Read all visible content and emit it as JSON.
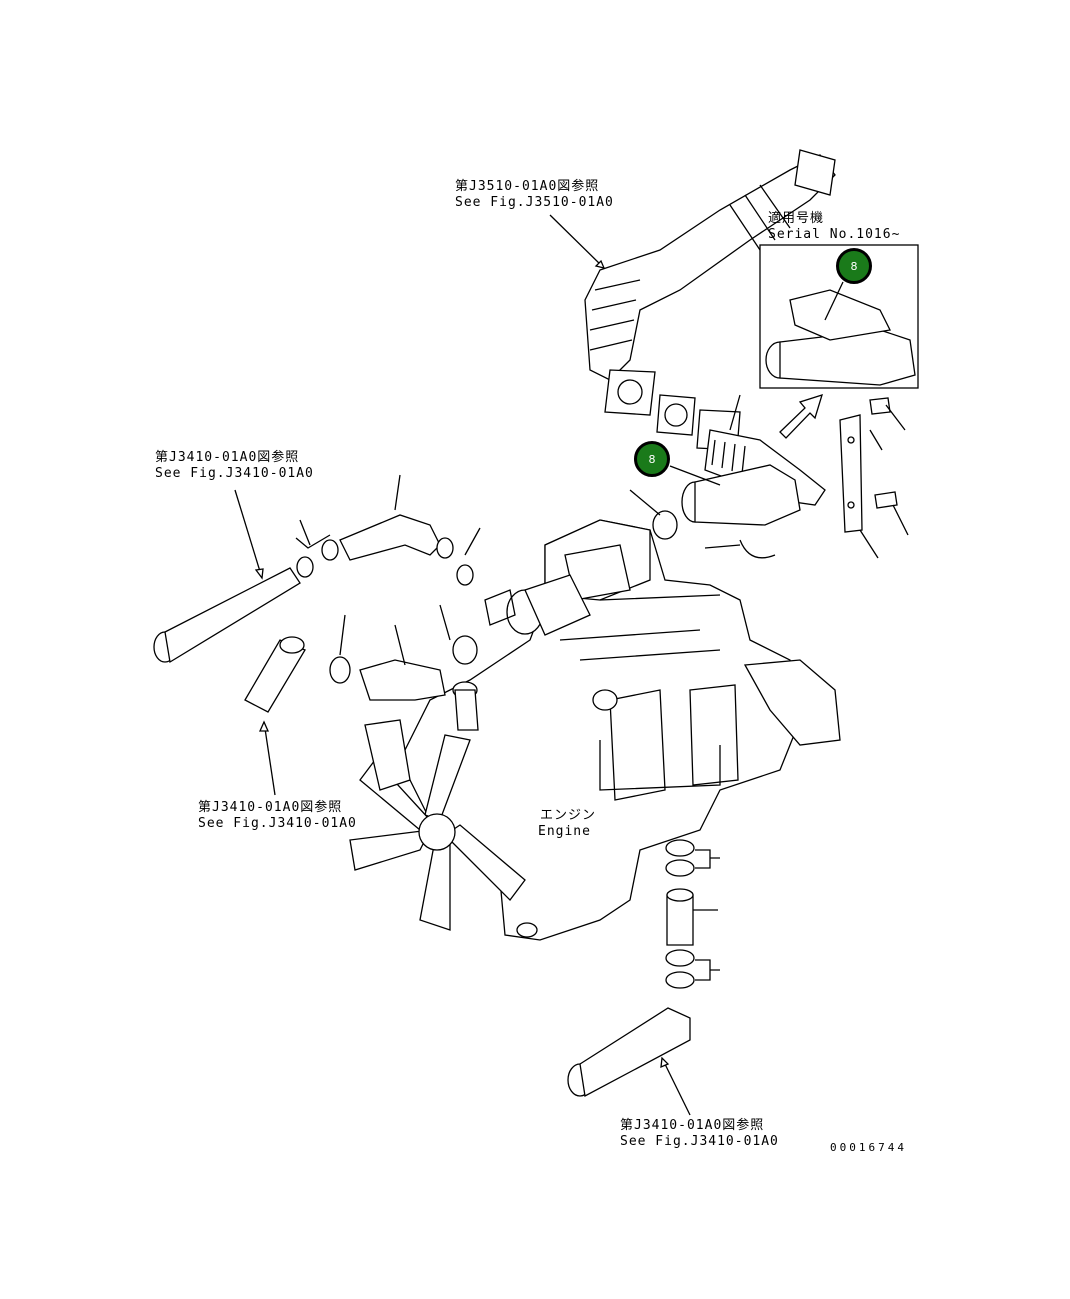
{
  "refs": {
    "top": {
      "jp": "第J3510-01A0図参照",
      "en": "See Fig.J3510-01A0"
    },
    "left_top": {
      "jp": "第J3410-01A0図参照",
      "en": "See Fig.J3410-01A0"
    },
    "left_bottom": {
      "jp": "第J3410-01A0図参照",
      "en": "See Fig.J3410-01A0"
    },
    "bottom": {
      "jp": "第J3410-01A0図参照",
      "en": "See Fig.J3410-01A0"
    }
  },
  "serial": {
    "jp": "適用号機",
    "en": "Serial No.1016~"
  },
  "engine": {
    "jp": "エンジン",
    "en": "Engine"
  },
  "callouts": {
    "inset": "8",
    "main": "8"
  },
  "drawing_number": "00016744",
  "colors": {
    "badge_fill": "#1a7a1a",
    "line": "#000000",
    "background": "#ffffff"
  }
}
